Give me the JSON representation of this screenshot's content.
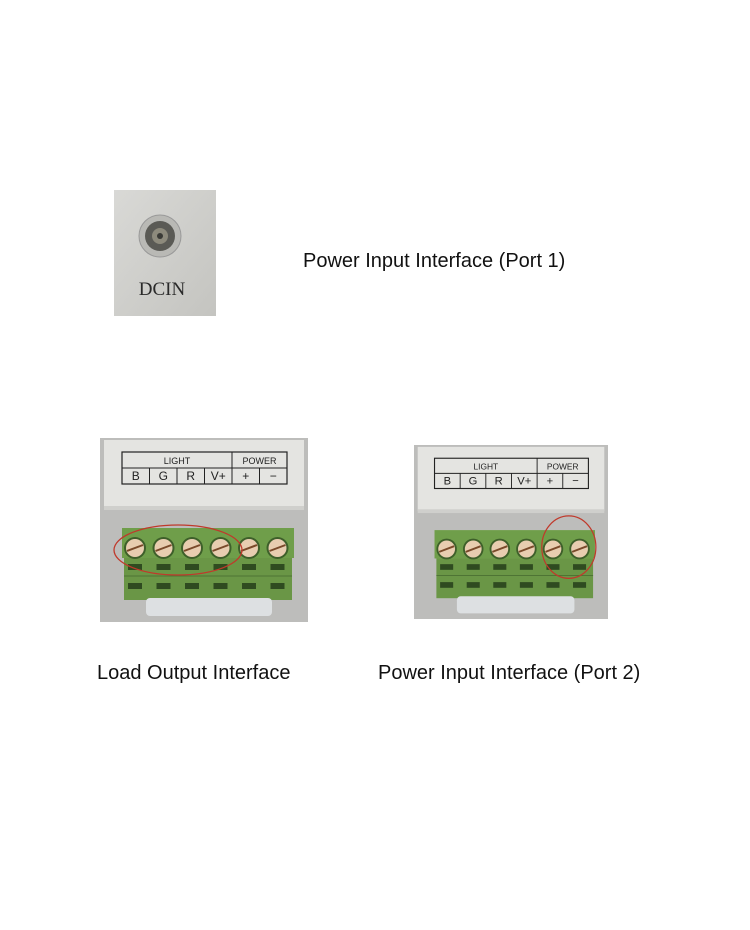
{
  "port1": {
    "caption": "Power Input Interface (Port 1)",
    "jack_label": "DCIN"
  },
  "load_output": {
    "caption": "Load Output Interface",
    "highlight": "light"
  },
  "port2": {
    "caption": "Power Input Interface (Port 2)",
    "highlight": "power"
  },
  "terminal_labels": {
    "group_light": "LIGHT",
    "group_power": "POWER",
    "pins": [
      "B",
      "G",
      "R",
      "V+",
      "+",
      "−"
    ]
  },
  "colors": {
    "terminal_green": "#6f9e4a",
    "highlight_red": "#c0392b",
    "housing": "#e4e4e1"
  }
}
